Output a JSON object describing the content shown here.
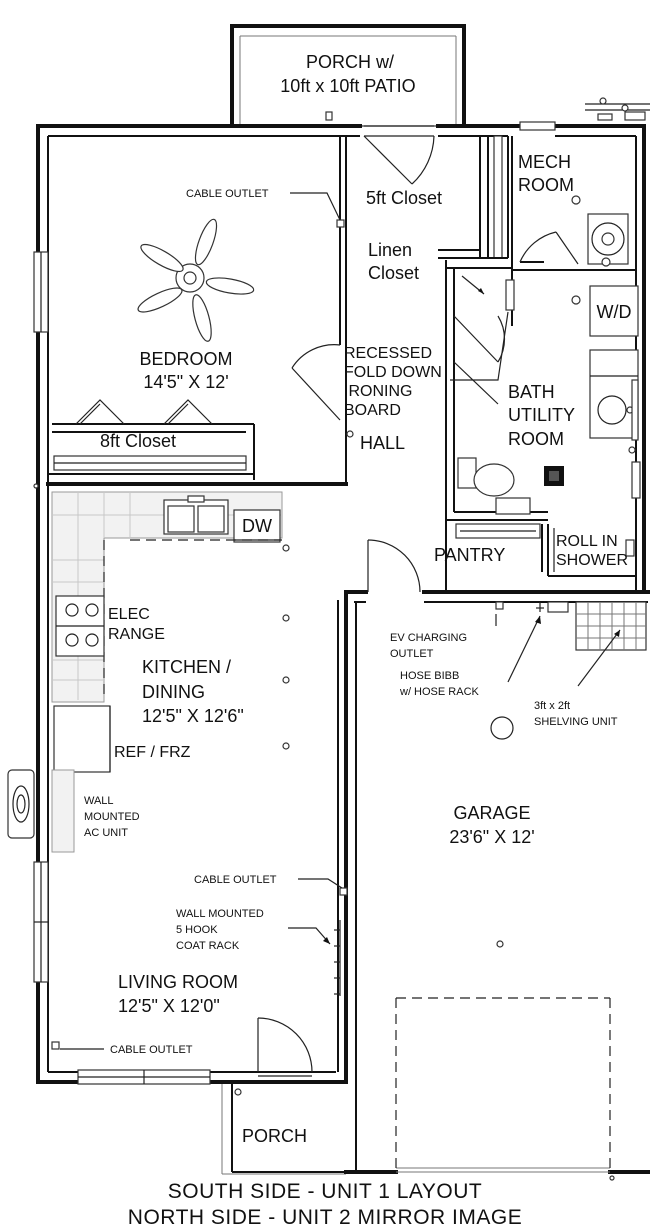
{
  "rooms": {
    "porch_patio": [
      "PORCH w/",
      "10ft x 10ft PATIO"
    ],
    "mech_room": [
      "MECH",
      "ROOM"
    ],
    "closet_5ft": "5ft Closet",
    "linen_closet": [
      "Linen",
      "Closet"
    ],
    "washer_dryer": "W/D",
    "bedroom": [
      "BEDROOM",
      "14'5\" X 12'"
    ],
    "closet_8ft": "8ft Closet",
    "ironing_board": [
      "RECESSED",
      "FOLD DOWN",
      "IRONING",
      "BOARD"
    ],
    "hall": "HALL",
    "bath": [
      "BATH",
      "UTILITY",
      "ROOM"
    ],
    "dishwasher": "DW",
    "pantry": "PANTRY",
    "roll_in_shower": [
      "ROLL IN",
      "SHOWER"
    ],
    "range": [
      "ELEC",
      "RANGE"
    ],
    "kitchen": [
      "KITCHEN /",
      "DINING",
      "12'5\" X 12'6\""
    ],
    "fridge": "REF / FRZ",
    "ac_unit": [
      "WALL",
      "MOUNTED",
      "AC UNIT"
    ],
    "living": [
      "LIVING ROOM",
      "12'5\" X 12'0\""
    ],
    "coat_rack": [
      "WALL MOUNTED",
      "5 HOOK",
      "COAT RACK"
    ],
    "garage": [
      "GARAGE",
      "23'6\" X 12'"
    ],
    "ev_charging": [
      "EV CHARGING",
      "OUTLET"
    ],
    "hose_bibb": [
      "HOSE BIBB",
      "w/ HOSE RACK"
    ],
    "shelving": [
      "3ft x 2ft",
      "SHELVING UNIT"
    ],
    "front_porch": "PORCH"
  },
  "cable_outlet": "CABLE OUTLET",
  "caption": {
    "line1": "SOUTH SIDE - UNIT 1 LAYOUT",
    "line2": "NORTH SIDE - UNIT 2 MIRROR IMAGE"
  },
  "colors": {
    "ink": "#111111",
    "counter": "#f2f2f2",
    "background": "#ffffff"
  }
}
